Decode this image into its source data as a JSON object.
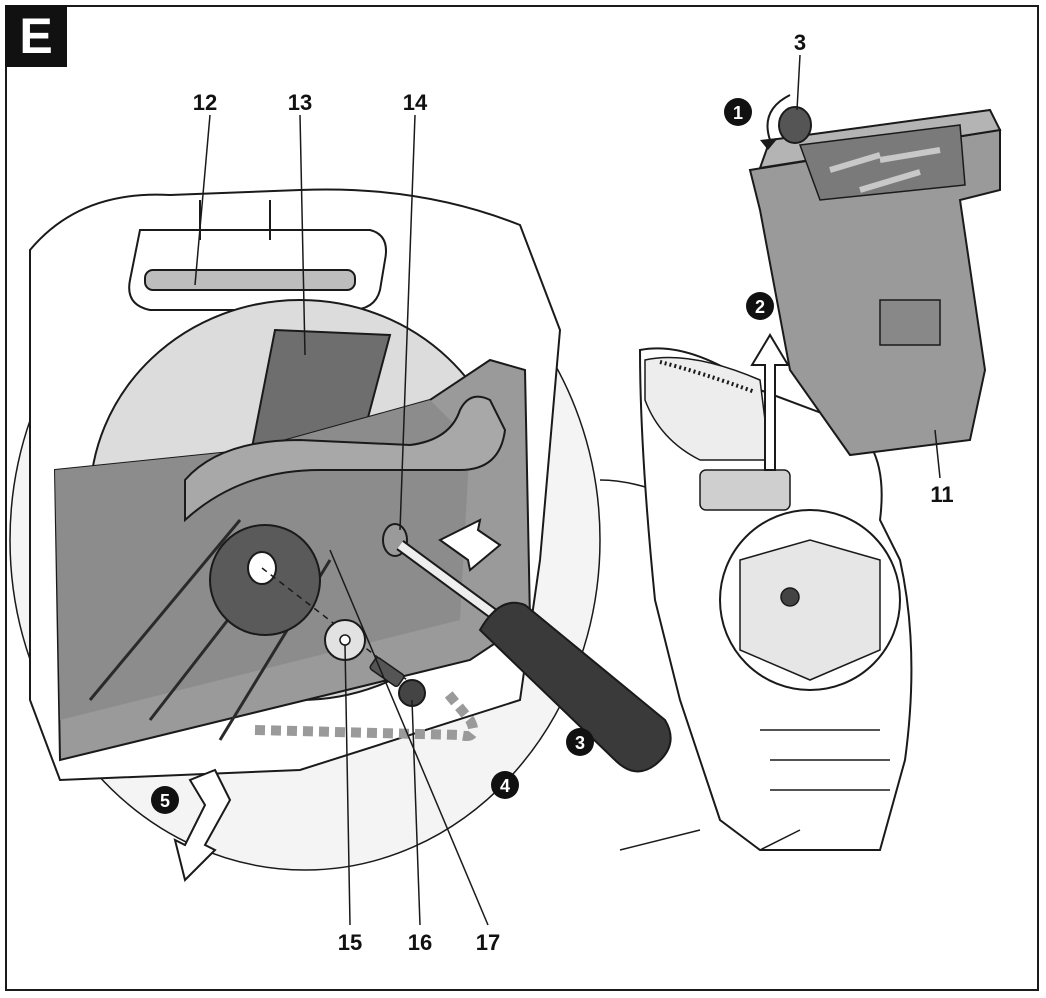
{
  "panel_letter": "E",
  "colors": {
    "outline": "#1a1a1a",
    "dark_gray": "#6e6e6e",
    "mid_gray": "#9a9a9a",
    "light_gray": "#d6d6d6",
    "handle": "#3a3a3a"
  },
  "part_labels": {
    "p3": "3",
    "p11": "11",
    "p12": "12",
    "p13": "13",
    "p14": "14",
    "p15": "15",
    "p16": "16",
    "p17": "17"
  },
  "steps": {
    "s1": "1",
    "s2": "2",
    "s3": "3",
    "s4": "4",
    "s5": "5"
  }
}
